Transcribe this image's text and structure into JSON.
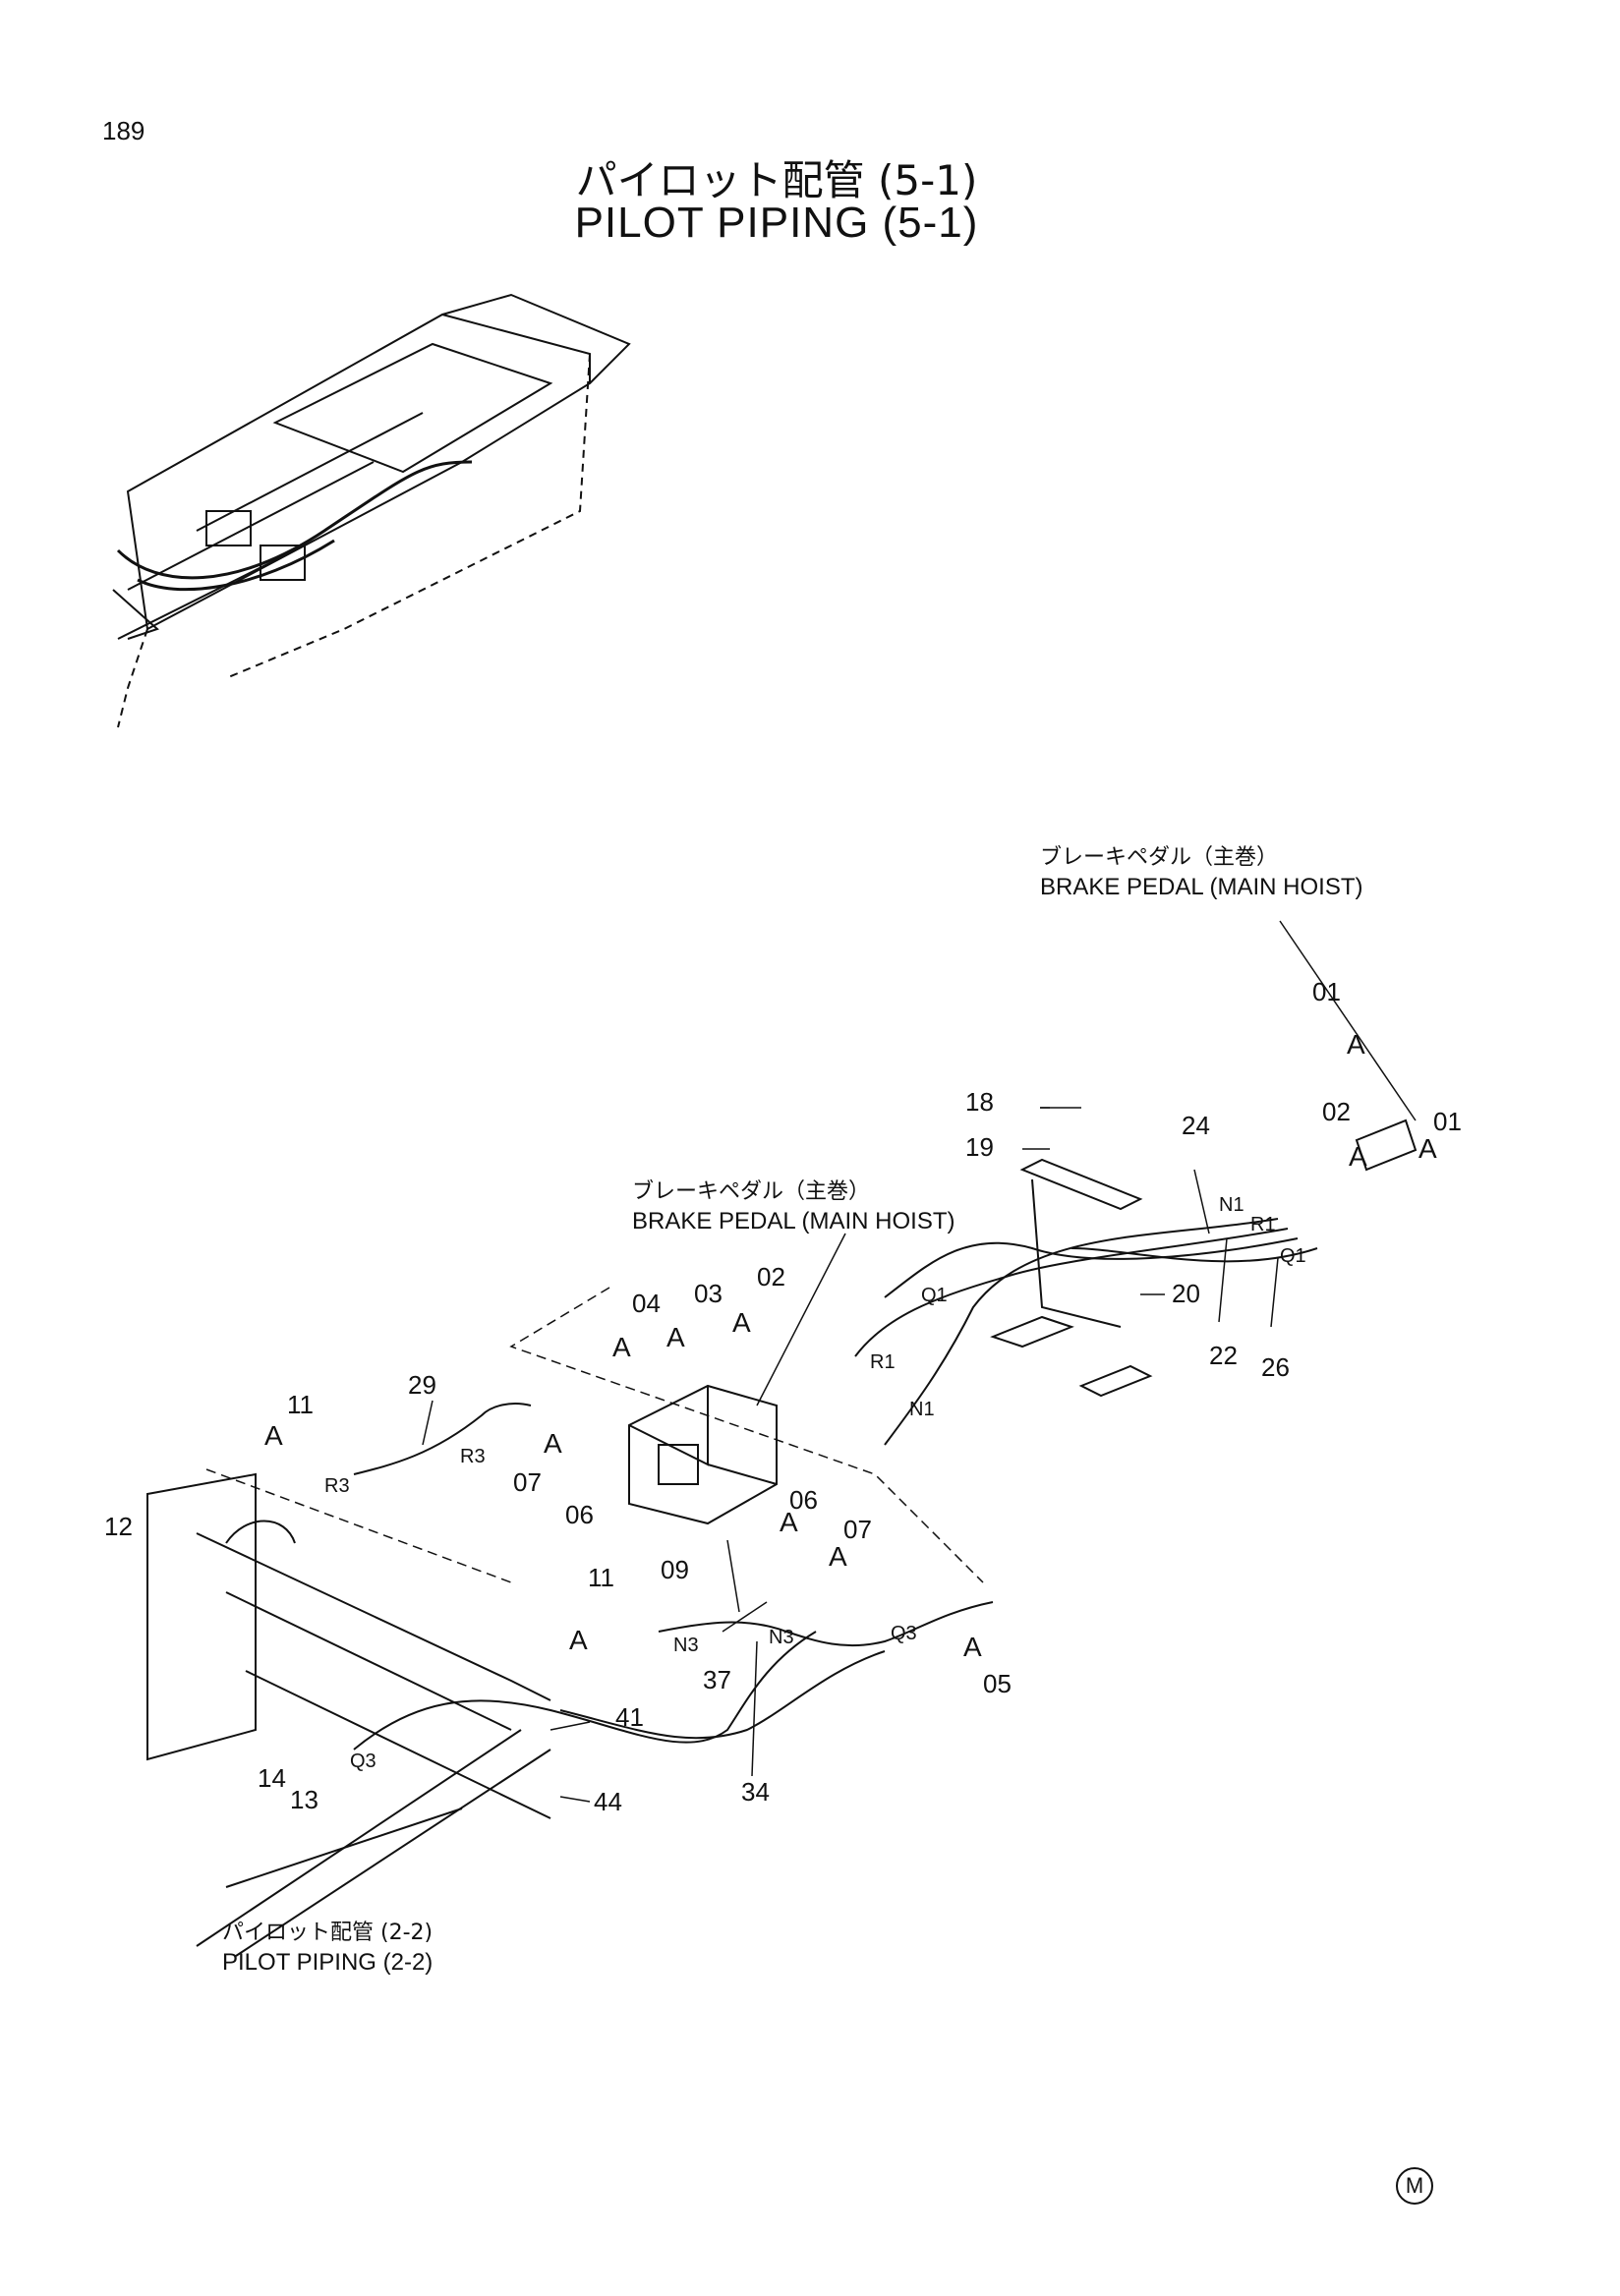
{
  "page_number": "189",
  "title_jp": "パイロット配管 (5-1)",
  "title_en": "PILOT PIPING (5-1)",
  "callouts": {
    "brake_pedal_top": {
      "jp": "ブレーキペダル（主巻）",
      "en": "BRAKE PEDAL (MAIN HOIST)"
    },
    "brake_pedal_mid": {
      "jp": "ブレーキペダル（主巻）",
      "en": "BRAKE PEDAL (MAIN HOIST)"
    },
    "pilot_piping_ref": {
      "jp": "パイロット配管 (2-2)",
      "en": "PILOT PIPING (2-2)"
    }
  },
  "part_numbers": [
    "01",
    "01",
    "02",
    "02",
    "03",
    "04",
    "05",
    "06",
    "06",
    "07",
    "07",
    "09",
    "11",
    "11",
    "12",
    "13",
    "14",
    "18",
    "19",
    "20",
    "22",
    "24",
    "26",
    "29",
    "34",
    "37",
    "41",
    "44"
  ],
  "port_labels": [
    "N1",
    "R1",
    "Q1",
    "Q1",
    "R1",
    "N1",
    "R3",
    "R3",
    "N3",
    "N3",
    "Q3",
    "Q3"
  ],
  "view_marker": "A",
  "corner_mark": "M"
}
